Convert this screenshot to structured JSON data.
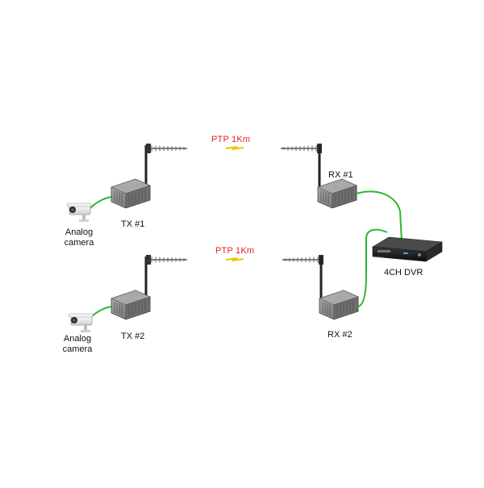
{
  "links": [
    {
      "label": "PTP  1Km"
    },
    {
      "label": "PTP  1Km"
    }
  ],
  "transmitters": [
    {
      "label": "TX #1",
      "camera_label_1": "Analog",
      "camera_label_2": "camera"
    },
    {
      "label": "TX #2",
      "camera_label_1": "Analog",
      "camera_label_2": "camera"
    }
  ],
  "receivers": [
    {
      "label": "RX #1"
    },
    {
      "label": "RX #2"
    }
  ],
  "recorder": {
    "label": "4CH DVR"
  },
  "colors": {
    "cable": "#2db62d",
    "link_text": "#e02020",
    "bolt": "#f2c200",
    "device_body": "#8c8c8c",
    "device_dark": "#4a4a4a",
    "antenna": "#555555",
    "dvr_body": "#1a1a1a"
  }
}
